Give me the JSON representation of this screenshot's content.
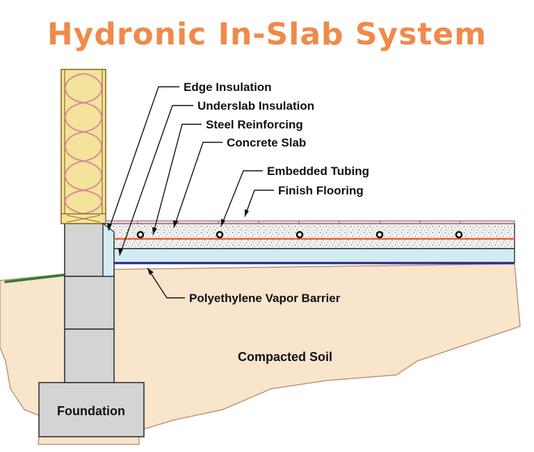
{
  "title": "Hydronic In-Slab System",
  "labels": {
    "edge_insulation": "Edge Insulation",
    "underslab_insulation": "Underslab Insulation",
    "steel_reinforcing": "Steel Reinforcing",
    "concrete_slab": "Concrete Slab",
    "embedded_tubing": "Embedded Tubing",
    "finish_flooring": "Finish Flooring",
    "vapor_barrier": "Polyethylene Vapor Barrier",
    "compacted_soil": "Compacted Soil",
    "foundation": "Foundation"
  },
  "colors": {
    "title": "#f08a4b",
    "soil": "#f9e4cc",
    "insulation": "#d3ecf3",
    "reinforcing": "#e8602c",
    "vapor_barrier": "#2a2a8c",
    "flooring": "#b07a8c",
    "block": "#d4d4d4",
    "batt_insulation": "#f4e39a",
    "batt_curve": "#d9899a",
    "grass": "#2e7d32"
  }
}
